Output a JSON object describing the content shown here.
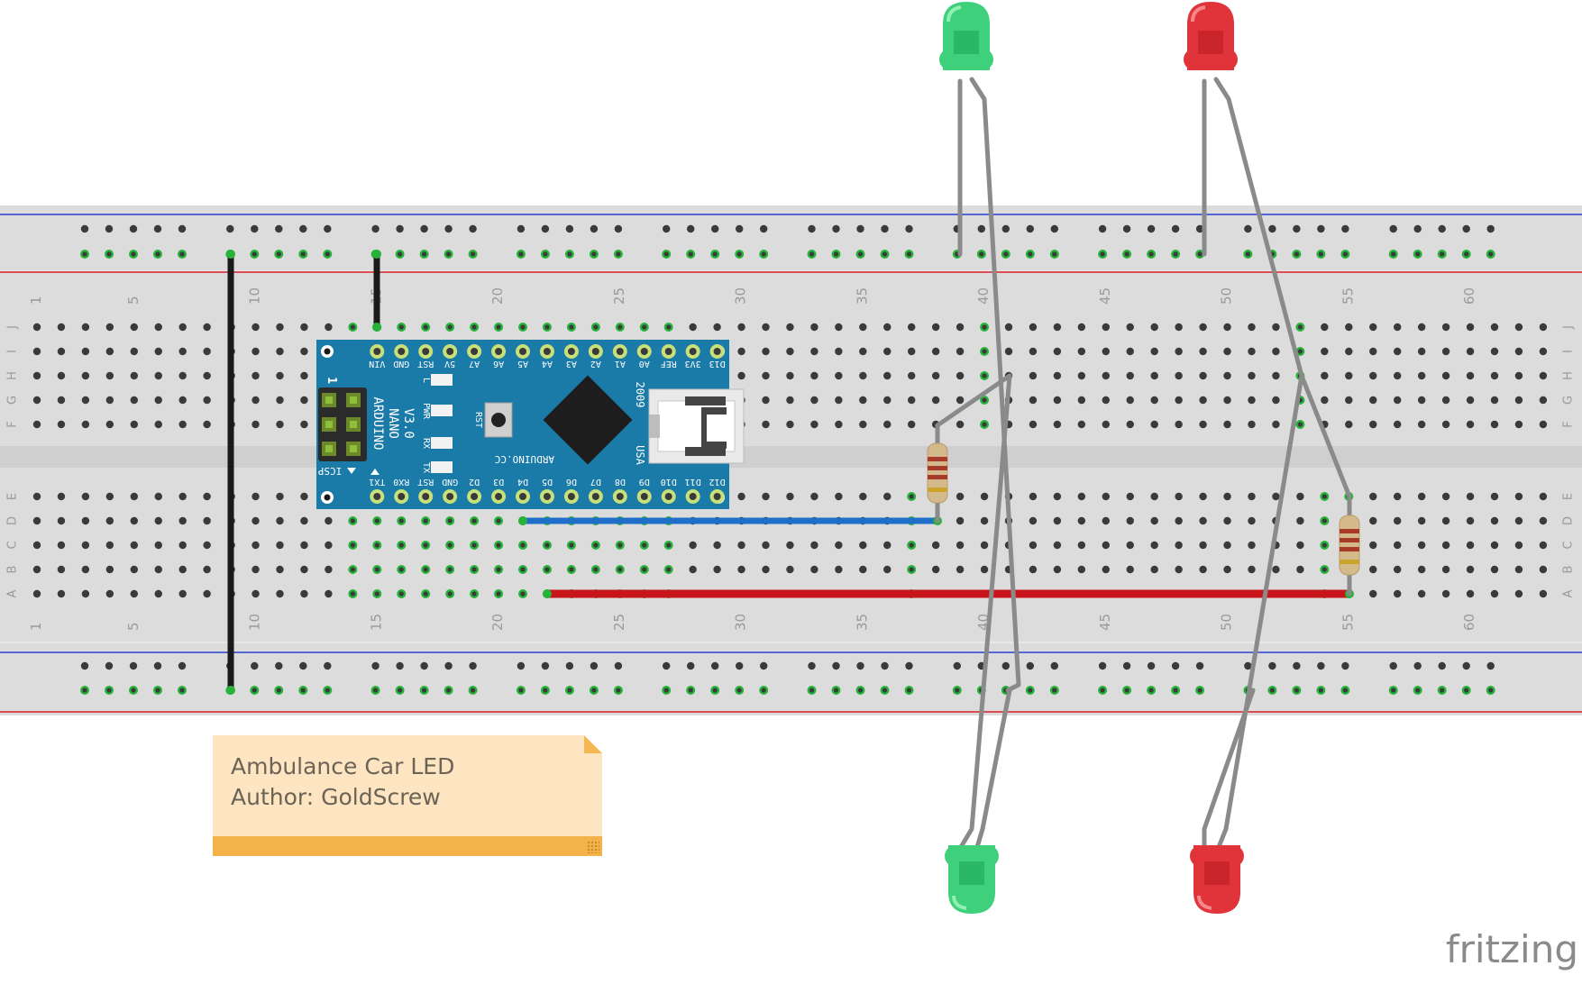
{
  "note": {
    "line1": "Ambulance Car LED",
    "line2": "Author: GoldScrew"
  },
  "brand": "fritzing",
  "breadboard": {
    "column_numbers": [
      "1",
      "5",
      "10",
      "15",
      "20",
      "25",
      "30",
      "35",
      "40",
      "45",
      "50",
      "55",
      "60"
    ],
    "row_letters_top": [
      "J",
      "I",
      "H",
      "G",
      "F"
    ],
    "row_letters_bottom": [
      "E",
      "D",
      "C",
      "B",
      "A"
    ]
  },
  "arduino": {
    "name_lines": [
      "ARDUINO",
      "NANO",
      "V3.0"
    ],
    "top_pins": [
      "VIN",
      "GND",
      "RST",
      "5V",
      "A7",
      "A6",
      "A5",
      "A4",
      "A3",
      "A2",
      "A1",
      "A0",
      "REF",
      "3V3",
      "D13"
    ],
    "bottom_pins": [
      "TX1",
      "RX0",
      "RST",
      "GND",
      "D2",
      "D3",
      "D4",
      "D5",
      "D6",
      "D7",
      "D8",
      "D9",
      "D10",
      "D11",
      "D12"
    ],
    "leds": [
      "L",
      "PWR",
      "RX",
      "TX"
    ],
    "labels": {
      "rst": "RST",
      "icsp": "ICSP",
      "year": "2009",
      "country": "USA",
      "site": "ARDUINO.CC",
      "pin1": "1"
    }
  },
  "colors": {
    "board": "#dcdcdc",
    "board_strip": "#cfcfcf",
    "rail_blue": "#2a3fd1",
    "rail_red": "#d81f26",
    "hole": "#3a3a3a",
    "hole_connected": "#27b23a",
    "nano": "#1a7aa8",
    "wire_black": "#1a1a1a",
    "wire_blue": "#1f6fc9",
    "wire_red": "#c8151b",
    "led_leg": "#8a8a8a",
    "led_green": "#3ed07a",
    "led_red": "#e0343a"
  }
}
